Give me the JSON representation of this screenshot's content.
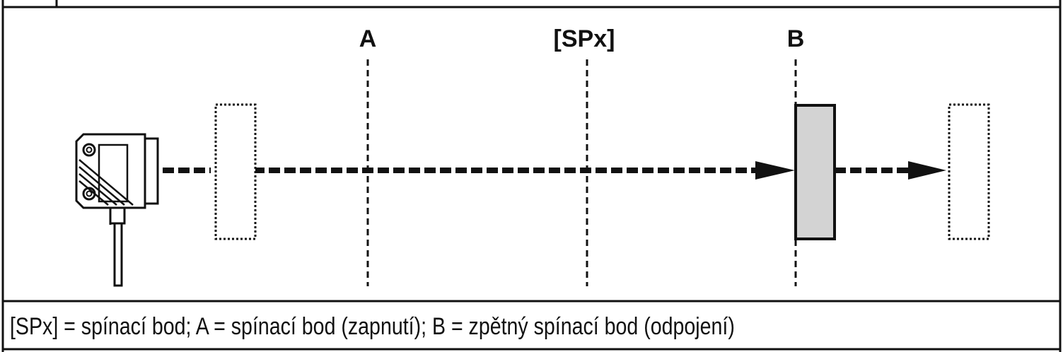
{
  "labels": {
    "a": "A",
    "spx": "[SPx]",
    "b": "B"
  },
  "caption": "[SPx] = spínací bod; A = spínací bod (zapnutí); B = zpětný spínací bod (odpojení)",
  "colors": {
    "ink": "#111111",
    "target_fill": "#d3d3d3",
    "background": "#ffffff"
  },
  "icons": {
    "sensor": "photoelectric-sensor-icon",
    "target": "target-object",
    "ghost_target": "target-outline-dotted"
  }
}
